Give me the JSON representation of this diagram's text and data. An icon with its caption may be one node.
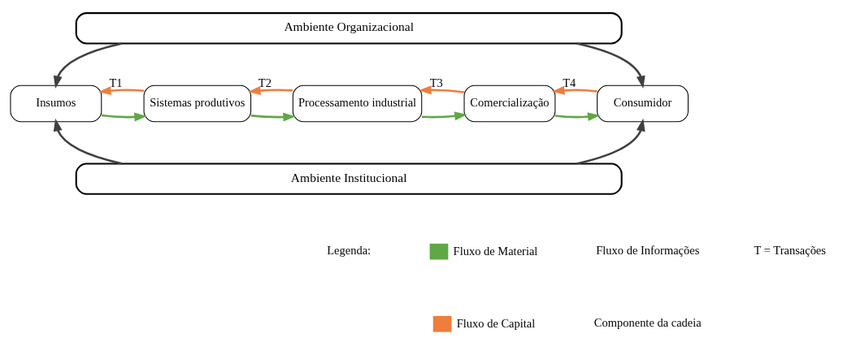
{
  "diagram": {
    "nodes": [
      {
        "text": [
          "Ambiente Organizacional"
        ]
      },
      {
        "text": [
          "Insumos"
        ]
      },
      {
        "text": [
          "Sistemas produtivos"
        ]
      },
      {
        "text": [
          "Processamento industrial"
        ]
      },
      {
        "text": [
          "Comercialização"
        ]
      },
      {
        "text": [
          "Consumidor"
        ]
      },
      {
        "text": [
          "Ambiente Institucional"
        ]
      }
    ],
    "edges": [
      {
        "from": 1,
        "to": 2,
        "arrow": "to",
        "color": "#5fa845"
      },
      {
        "from": 2,
        "to": 1,
        "arrow": "to",
        "color": "#ef7d3c",
        "label": "T1"
      },
      {
        "from": 2,
        "to": 3,
        "arrow": "to",
        "color": "#5fa845"
      },
      {
        "from": 3,
        "to": 2,
        "arrow": "to",
        "color": "#ef7d3c",
        "label": "T2"
      },
      {
        "from": 3,
        "to": 4,
        "arrow": "to",
        "color": "#5fa845"
      },
      {
        "from": 4,
        "to": 3,
        "arrow": "to",
        "color": "#ef7d3c",
        "label": "T3"
      },
      {
        "from": 4,
        "to": 5,
        "arrow": "to",
        "color": "#5fa845"
      },
      {
        "from": 5,
        "to": 4,
        "arrow": "to",
        "color": "#ef7d3c",
        "label": "T4"
      },
      {
        "from": 0,
        "to": 1,
        "arrow": "to",
        "color": "#404040"
      },
      {
        "from": 0,
        "to": 5,
        "arrow": "to",
        "color": "#404040"
      },
      {
        "from": 6,
        "to": 1,
        "arrow": "to",
        "color": "#404040"
      },
      {
        "from": 6,
        "to": 5,
        "arrow": "to",
        "color": "#404040"
      }
    ],
    "labels": [
      "Legenda:",
      "T = Transações"
    ],
    "legend": [
      {
        "text": "Fluxo de Material",
        "color": "#5fa845"
      },
      {
        "text": "Fluxo de Capital",
        "color": "#ef7d3c"
      },
      {
        "text": "Fluxo de Informações"
      },
      {
        "text": "Componente da cadeia"
      }
    ]
  }
}
